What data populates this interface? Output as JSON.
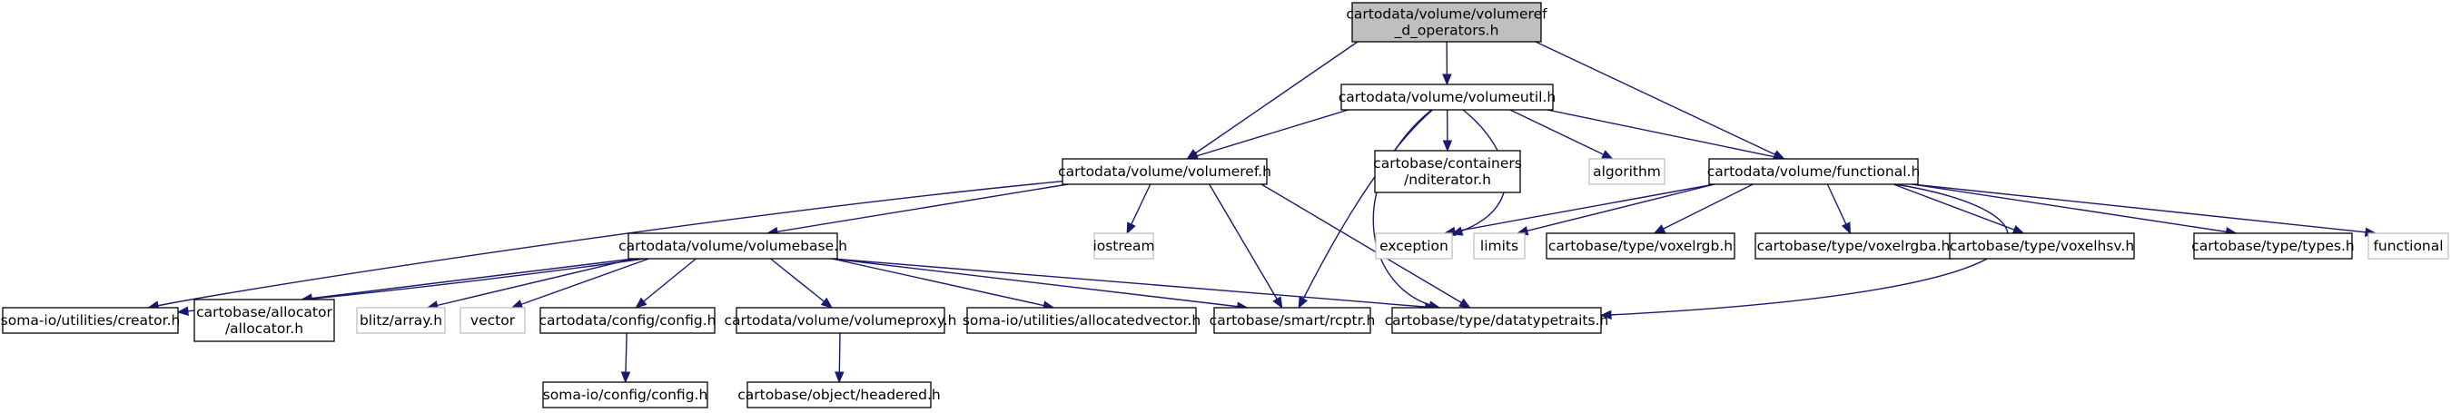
{
  "colors": {
    "edge": "#191970",
    "node_fill": "#ffffff",
    "root_fill": "#bfbfbf",
    "node_border": "#000000",
    "system_border": "#bfbfbf"
  },
  "nodes": [
    {
      "id": "root",
      "lines": [
        "cartodata/volume/volumeref",
        "_d_operators.h"
      ],
      "kind": "root"
    },
    {
      "id": "volumeutil",
      "lines": [
        "cartodata/volume/volumeutil.h"
      ],
      "kind": "file"
    },
    {
      "id": "volumeref",
      "lines": [
        "cartodata/volume/volumeref.h"
      ],
      "kind": "file"
    },
    {
      "id": "functional",
      "lines": [
        "cartodata/volume/functional.h"
      ],
      "kind": "file"
    },
    {
      "id": "nditerator",
      "lines": [
        "cartobase/containers",
        "/nditerator.h"
      ],
      "kind": "file"
    },
    {
      "id": "algorithm",
      "lines": [
        "algorithm"
      ],
      "kind": "system"
    },
    {
      "id": "iostream",
      "lines": [
        "iostream"
      ],
      "kind": "system"
    },
    {
      "id": "volumebase",
      "lines": [
        "cartodata/volume/volumebase.h"
      ],
      "kind": "file"
    },
    {
      "id": "exception",
      "lines": [
        "exception"
      ],
      "kind": "system"
    },
    {
      "id": "limits",
      "lines": [
        "limits"
      ],
      "kind": "system"
    },
    {
      "id": "voxelrgb",
      "lines": [
        "cartobase/type/voxelrgb.h"
      ],
      "kind": "file"
    },
    {
      "id": "voxelrgba",
      "lines": [
        "cartobase/type/voxelrgba.h"
      ],
      "kind": "file"
    },
    {
      "id": "voxelhsv",
      "lines": [
        "cartobase/type/voxelhsv.h"
      ],
      "kind": "file"
    },
    {
      "id": "types",
      "lines": [
        "cartobase/type/types.h"
      ],
      "kind": "file"
    },
    {
      "id": "functional_std",
      "lines": [
        "functional"
      ],
      "kind": "system"
    },
    {
      "id": "creator",
      "lines": [
        "soma-io/utilities/creator.h"
      ],
      "kind": "file"
    },
    {
      "id": "allocator",
      "lines": [
        "cartobase/allocator",
        "/allocator.h"
      ],
      "kind": "file"
    },
    {
      "id": "blitz",
      "lines": [
        "blitz/array.h"
      ],
      "kind": "system"
    },
    {
      "id": "vector",
      "lines": [
        "vector"
      ],
      "kind": "system"
    },
    {
      "id": "config",
      "lines": [
        "cartodata/config/config.h"
      ],
      "kind": "file"
    },
    {
      "id": "volumeproxy",
      "lines": [
        "cartodata/volume/volumeproxy.h"
      ],
      "kind": "file"
    },
    {
      "id": "allocatedvector",
      "lines": [
        "soma-io/utilities/allocatedvector.h"
      ],
      "kind": "file"
    },
    {
      "id": "rcptr",
      "lines": [
        "cartobase/smart/rcptr.h"
      ],
      "kind": "file"
    },
    {
      "id": "datatypetraits",
      "lines": [
        "cartobase/type/datatypetraits.h"
      ],
      "kind": "file"
    },
    {
      "id": "somaconfig",
      "lines": [
        "soma-io/config/config.h"
      ],
      "kind": "file"
    },
    {
      "id": "headered",
      "lines": [
        "cartobase/object/headered.h"
      ],
      "kind": "file"
    }
  ],
  "edges": [
    [
      "root",
      "volumeutil"
    ],
    [
      "root",
      "volumeref"
    ],
    [
      "root",
      "functional"
    ],
    [
      "volumeutil",
      "volumeref"
    ],
    [
      "volumeutil",
      "nditerator"
    ],
    [
      "volumeutil",
      "algorithm"
    ],
    [
      "volumeutil",
      "functional"
    ],
    [
      "volumeutil",
      "exception"
    ],
    [
      "volumeutil",
      "rcptr"
    ],
    [
      "volumeutil",
      "datatypetraits"
    ],
    [
      "volumeref",
      "volumebase"
    ],
    [
      "volumeref",
      "iostream"
    ],
    [
      "volumeref",
      "creator"
    ],
    [
      "volumeref",
      "rcptr"
    ],
    [
      "volumeref",
      "datatypetraits"
    ],
    [
      "functional",
      "exception"
    ],
    [
      "functional",
      "limits"
    ],
    [
      "functional",
      "voxelrgb"
    ],
    [
      "functional",
      "voxelrgba"
    ],
    [
      "functional",
      "voxelhsv"
    ],
    [
      "functional",
      "types"
    ],
    [
      "functional",
      "functional_std"
    ],
    [
      "functional",
      "datatypetraits"
    ],
    [
      "volumebase",
      "creator"
    ],
    [
      "volumebase",
      "allocator"
    ],
    [
      "volumebase",
      "blitz"
    ],
    [
      "volumebase",
      "vector"
    ],
    [
      "volumebase",
      "config"
    ],
    [
      "volumebase",
      "volumeproxy"
    ],
    [
      "volumebase",
      "allocatedvector"
    ],
    [
      "volumebase",
      "rcptr"
    ],
    [
      "volumebase",
      "datatypetraits"
    ],
    [
      "config",
      "somaconfig"
    ],
    [
      "volumeproxy",
      "headered"
    ]
  ]
}
